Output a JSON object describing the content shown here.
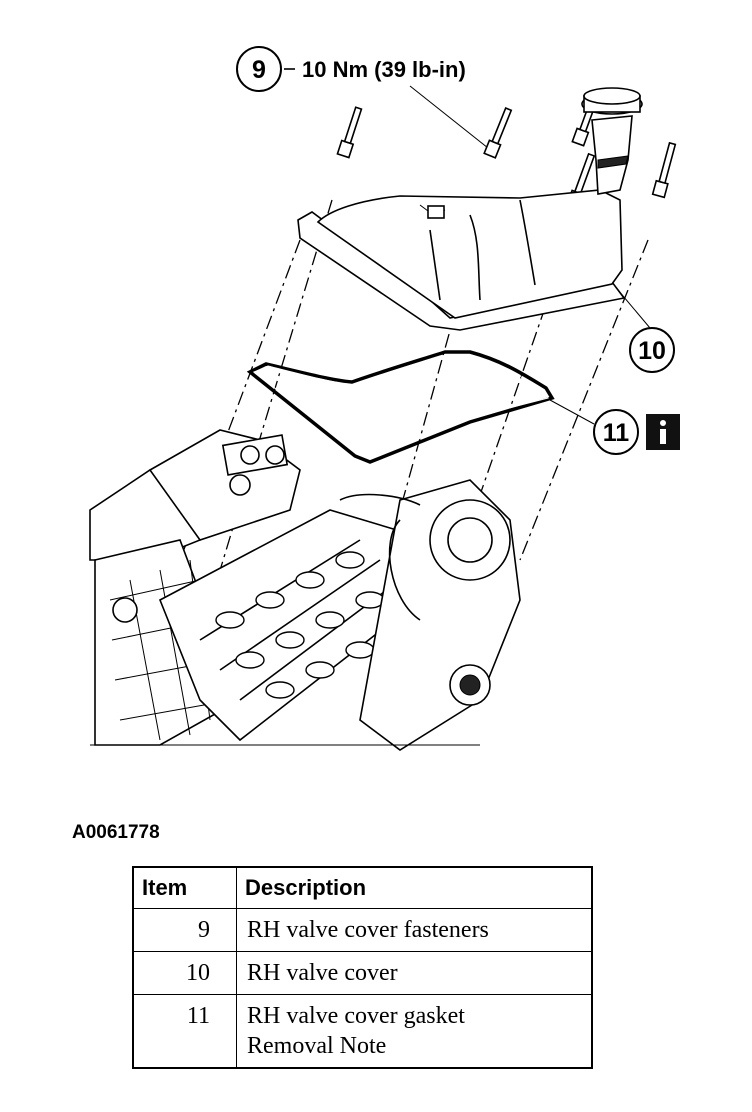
{
  "callouts": {
    "fasteners_number": "9",
    "torque_spec": "10 Nm (39 lb-in)",
    "cover_number": "10",
    "gasket_number": "11",
    "info_icon": "info-icon"
  },
  "figure_id": "A0061778",
  "table": {
    "headers": [
      "Item",
      "Description"
    ],
    "rows": [
      {
        "item": "9",
        "description": "RH valve cover fasteners"
      },
      {
        "item": "10",
        "description": "RH valve cover"
      },
      {
        "item": "11",
        "description": "RH valve cover gasket",
        "note": "Removal Note"
      }
    ]
  }
}
